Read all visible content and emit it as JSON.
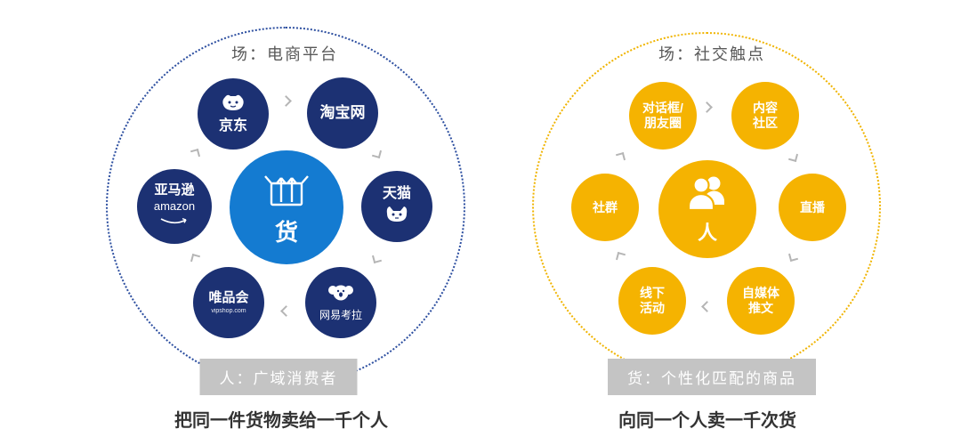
{
  "left": {
    "title": "场：电商平台",
    "center_label": "货",
    "satellites": {
      "jd": "京东",
      "taobao": "淘宝网",
      "tmall": "天猫",
      "kaola": "网易考拉",
      "vip": "唯品会",
      "vip_sub": "vipshop.com",
      "amazon": "亚马逊",
      "amazon_sub": "amazon"
    },
    "badge": "人：广域消费者",
    "caption": "把同一件货物卖给一千个人"
  },
  "right": {
    "title": "场：社交触点",
    "center_label": "人",
    "satellites": {
      "chat": "对话框/\n朋友圈",
      "content": "内容\n社区",
      "live": "直播",
      "media": "自媒体\n推文",
      "offline": "线下\n活动",
      "community": "社群"
    },
    "badge": "货：个性化匹配的商品",
    "caption": "向同一个人卖一千次货"
  },
  "colors": {
    "satellite_navy": "#1c3173",
    "center_blue": "#147bd1",
    "gold": "#f5b301",
    "badge_gray": "#c4c4c4",
    "arrow_gray": "#b5b5b5",
    "left_ring_blue": "#2d4fa0",
    "right_ring_gold": "#f0b400"
  }
}
